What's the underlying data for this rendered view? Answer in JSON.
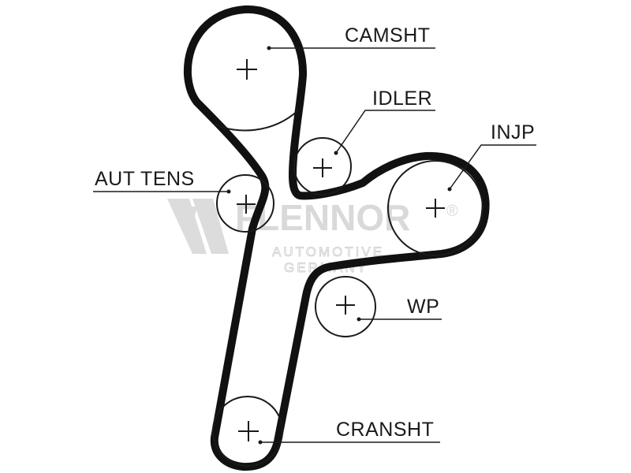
{
  "watermark": {
    "brand": "FLENNOR",
    "registered_mark": "®",
    "line1": "AUTOMOTIVE",
    "line2": "GERMANY"
  },
  "labels": {
    "camshaft": "CAMSHT",
    "idler": "IDLER",
    "injection_pump": "INJP",
    "auto_tensioner": "AUT TENS",
    "water_pump": "WP",
    "crankshaft": "CRANSHT"
  },
  "colors": {
    "belt": "#111111",
    "pulley_outline": "#1a1a1a",
    "watermark": "#d9d9d9"
  }
}
